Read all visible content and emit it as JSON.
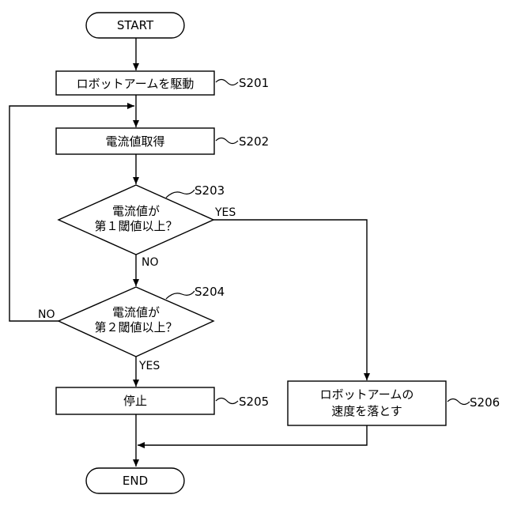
{
  "nodes": {
    "start": {
      "label": "START"
    },
    "s201": {
      "label": "ロボットアームを駆動",
      "ref": "S201"
    },
    "s202": {
      "label": "電流値取得",
      "ref": "S202"
    },
    "s203": {
      "line1": "電流値が",
      "line2": "第１閾値以上？",
      "ref": "S203"
    },
    "s204": {
      "line1": "電流値が",
      "line2": "第２閾値以上？",
      "ref": "S204"
    },
    "s205": {
      "label": "停止",
      "ref": "S205"
    },
    "s206": {
      "line1": "ロボットアームの",
      "line2": "速度を落とす",
      "ref": "S206"
    },
    "end": {
      "label": "END"
    }
  },
  "edges": {
    "s203_yes": "YES",
    "s203_no": "NO",
    "s204_yes": "YES",
    "s204_no": "NO"
  }
}
